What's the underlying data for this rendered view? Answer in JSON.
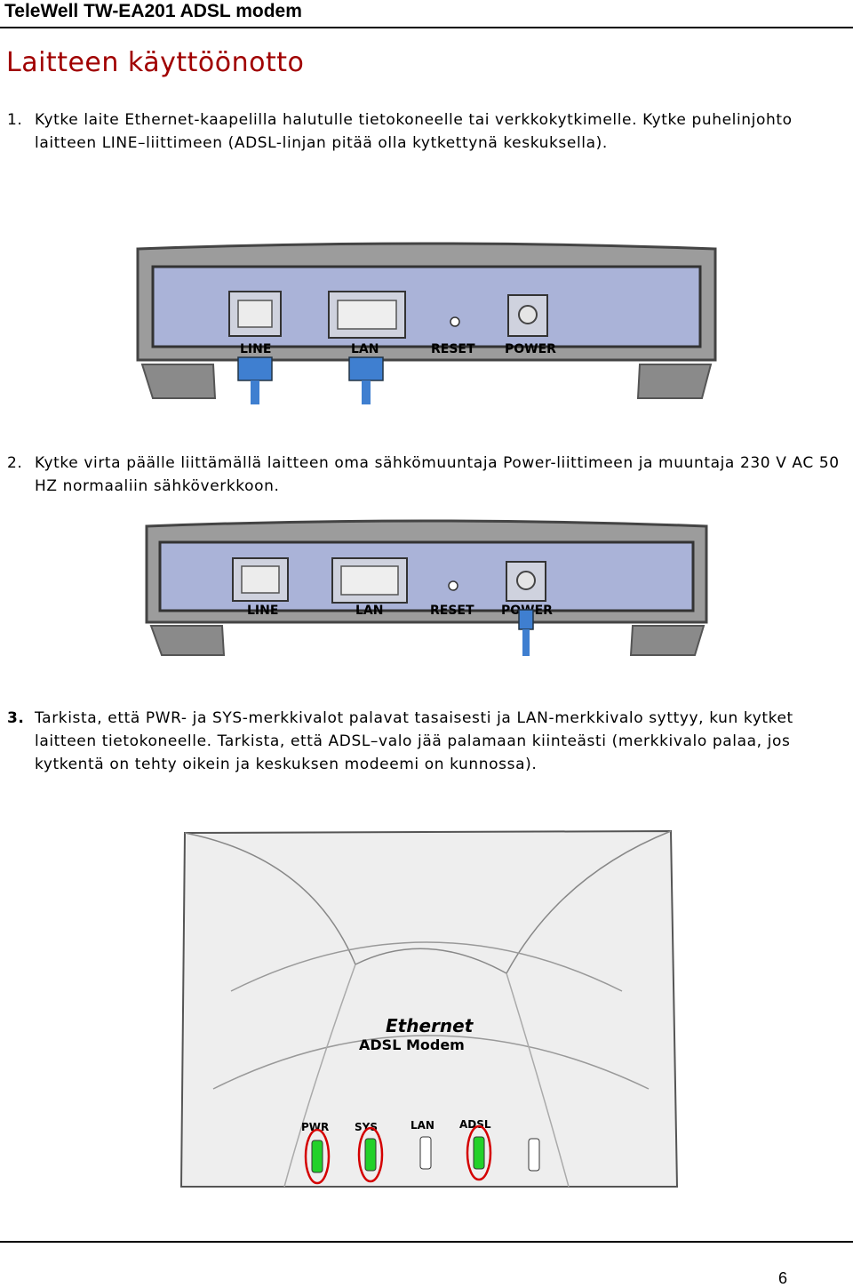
{
  "header": {
    "title": "TeleWell TW-EA201 ADSL modem"
  },
  "section": {
    "title": "Laitteen käyttöönotto"
  },
  "steps": [
    {
      "num": "1.",
      "text": "Kytke laite Ethernet-kaapelilla halutulle tietokoneelle tai verkkokytkimelle. Kytke puhelinjohto laitteen LINE–liittimeen (ADSL-linjan pitää olla kytkettynä keskuksella)."
    },
    {
      "num": "2.",
      "text": "Kytke virta päälle liittämällä laitteen oma sähkömuuntaja Power-liittimeen ja muuntaja 230 V AC 50 HZ normaaliin sähköverkkoon."
    },
    {
      "num": "3.",
      "text": "Tarkista, että PWR- ja SYS-merkkivalot palavat tasaisesti ja LAN-merkkivalo syttyy, kun kytket laitteen tietokoneelle. Tarkista, että ADSL–valo jää palamaan kiinteästi (merkkivalo palaa, jos kytkentä on tehty oikein ja keskuksen modeemi on kunnossa)."
    }
  ],
  "figure1": {
    "labels": {
      "line": "LINE",
      "lan": "LAN",
      "reset": "RESET",
      "power": "POWER"
    }
  },
  "figure2": {
    "labels": {
      "line": "LINE",
      "lan": "LAN",
      "reset": "RESET",
      "power": "POWER"
    }
  },
  "figure3": {
    "brand": "Ethernet",
    "model": "ADSL Modem",
    "leds": {
      "pwr": "PWR",
      "sys": "SYS",
      "lan": "LAN",
      "adsl": "ADSL"
    }
  },
  "colors": {
    "accent_red": "#a00000",
    "panel": "#aab3d8",
    "led_on": "#22d12a",
    "highlight": "#d40000"
  },
  "page": {
    "number": "6"
  }
}
